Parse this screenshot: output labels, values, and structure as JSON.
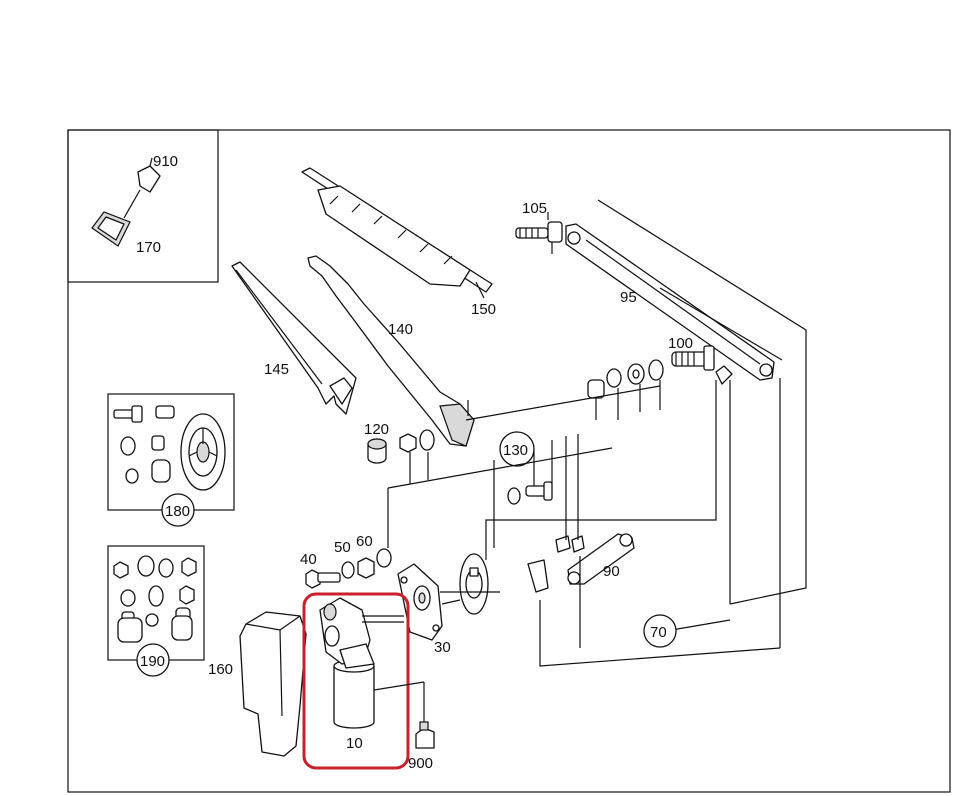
{
  "labels": {
    "p910": "910",
    "p170": "170",
    "p105": "105",
    "p150": "150",
    "p95": "95",
    "p140": "140",
    "p145": "145",
    "p100": "100",
    "p120": "120",
    "p130": "130",
    "p180": "180",
    "p40": "40",
    "p50": "50",
    "p60": "60",
    "p90": "90",
    "p70": "70",
    "p30": "30",
    "p160": "160",
    "p190": "190",
    "p10": "10",
    "p900": "900"
  },
  "colors": {
    "line": "#111111",
    "highlight": "#c8212b",
    "fill_gray": "#d9d9d9"
  }
}
